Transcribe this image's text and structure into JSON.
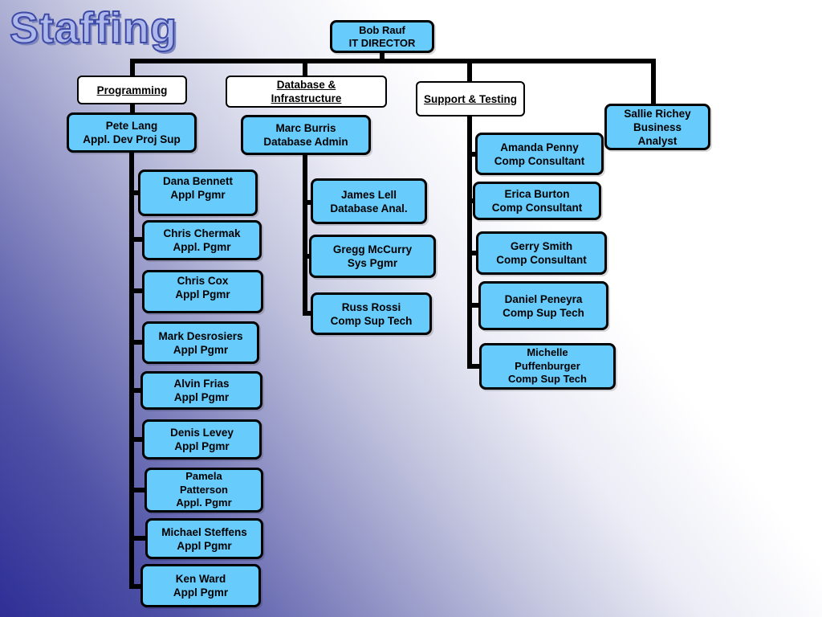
{
  "title": "Staffing",
  "director": {
    "name": "Bob Rauf",
    "role": "IT DIRECTOR"
  },
  "departments": {
    "programming": "Programming",
    "database": "Database &\nInfrastructure",
    "support": "Support & Testing"
  },
  "leads": {
    "programming": {
      "text": "Pete Lang\nAppl. Dev Proj Sup"
    },
    "database": {
      "text": "Marc Burris\nDatabase Admin"
    },
    "analyst": {
      "text": "Sallie Richey\nBusiness\nAnalyst"
    }
  },
  "programming_staff": [
    "Dana Bennett\nAppl Pgmr",
    "Chris Chermak\nAppl.   Pgmr",
    "Chris Cox\nAppl Pgmr",
    "Mark Desrosiers\nAppl  Pgmr",
    "Alvin Frias\nAppl Pgmr",
    "Denis Levey\nAppl Pgmr",
    "Pamela\nPatterson\nAppl.   Pgmr",
    "Michael Steffens\nAppl Pgmr",
    "Ken Ward\nAppl Pgmr"
  ],
  "database_staff": [
    "James Lell\nDatabase Anal.",
    "Gregg McCurry\nSys Pgmr",
    "Russ Rossi\nComp Sup  Tech"
  ],
  "support_staff": [
    "Amanda Penny\nComp Consultant",
    "Erica Burton\nComp Consultant",
    "Gerry Smith\nComp Consultant",
    "Daniel Peneyra\nComp Sup  Tech",
    "Michelle\nPuffenburger\nComp Sup  Tech"
  ],
  "colors": {
    "box": "#67cbfc",
    "border": "#000000",
    "title_fill": "#aeb8ea",
    "title_stroke": "#3d4aa6"
  }
}
